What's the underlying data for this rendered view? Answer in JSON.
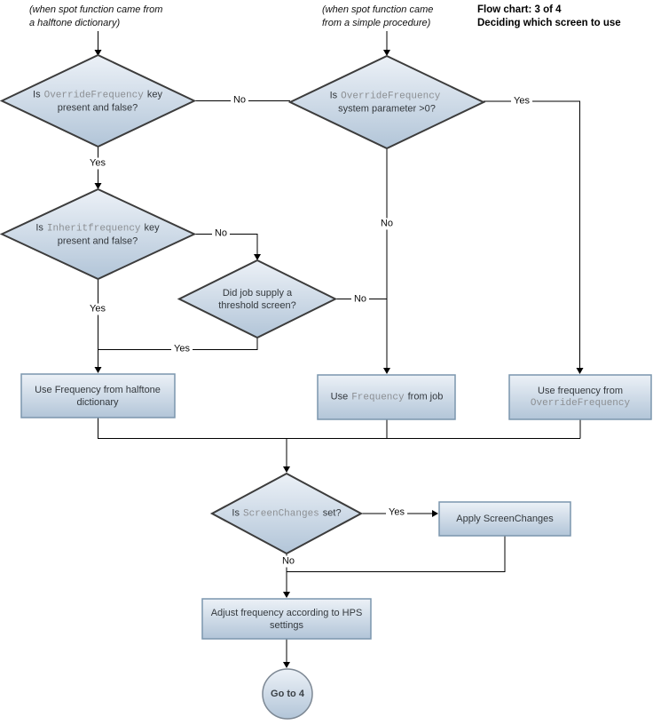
{
  "notes": {
    "halftone": {
      "line1": "(when spot function came from",
      "line2": "a halftone dictionary)"
    },
    "procedure": {
      "line1": "(when spot function came",
      "line2": "from a simple procedure)"
    }
  },
  "header": {
    "line1": "Flow chart: 3 of 4",
    "line2": "Deciding which screen to use"
  },
  "labels": {
    "yes": "Yes",
    "no": "No"
  },
  "nodes": {
    "d1": {
      "pre": "Is",
      "code": "OverrideFrequency",
      "post": "key",
      "line2": "present and false?"
    },
    "d2": {
      "pre": "Is",
      "code": "OverrideFrequency",
      "line2": "system parameter >0?"
    },
    "d3": {
      "pre": "Is",
      "code": "Inheritfrequency",
      "post": "key",
      "line2": "present and false?"
    },
    "d4": {
      "line1": "Did job supply a",
      "line2": "threshold screen?"
    },
    "d5": {
      "pre": "Is",
      "code": "ScreenChanges",
      "post": "set?"
    },
    "b1": {
      "line1": "Use Frequency from halftone",
      "line2": "dictionary"
    },
    "b2": {
      "pre": "Use",
      "code": "Frequency",
      "post": "from job"
    },
    "b3": {
      "line1": "Use frequency from",
      "code": "OverrideFrequency"
    },
    "b4": {
      "text": "Apply ScreenChanges"
    },
    "b5": {
      "line1": "Adjust frequency according to HPS",
      "line2": "settings"
    },
    "end": {
      "text": "Go to 4"
    }
  },
  "colors": {
    "shape_fill_top": "#ecf1f7",
    "shape_fill_bottom": "#b2c5d8",
    "diamond_border": "#3c3c3c",
    "box_border": "#7b96ad",
    "circle_border": "#7d8894",
    "connector": "#000000",
    "code_text": "#8c8f93",
    "text": "#33383d"
  }
}
